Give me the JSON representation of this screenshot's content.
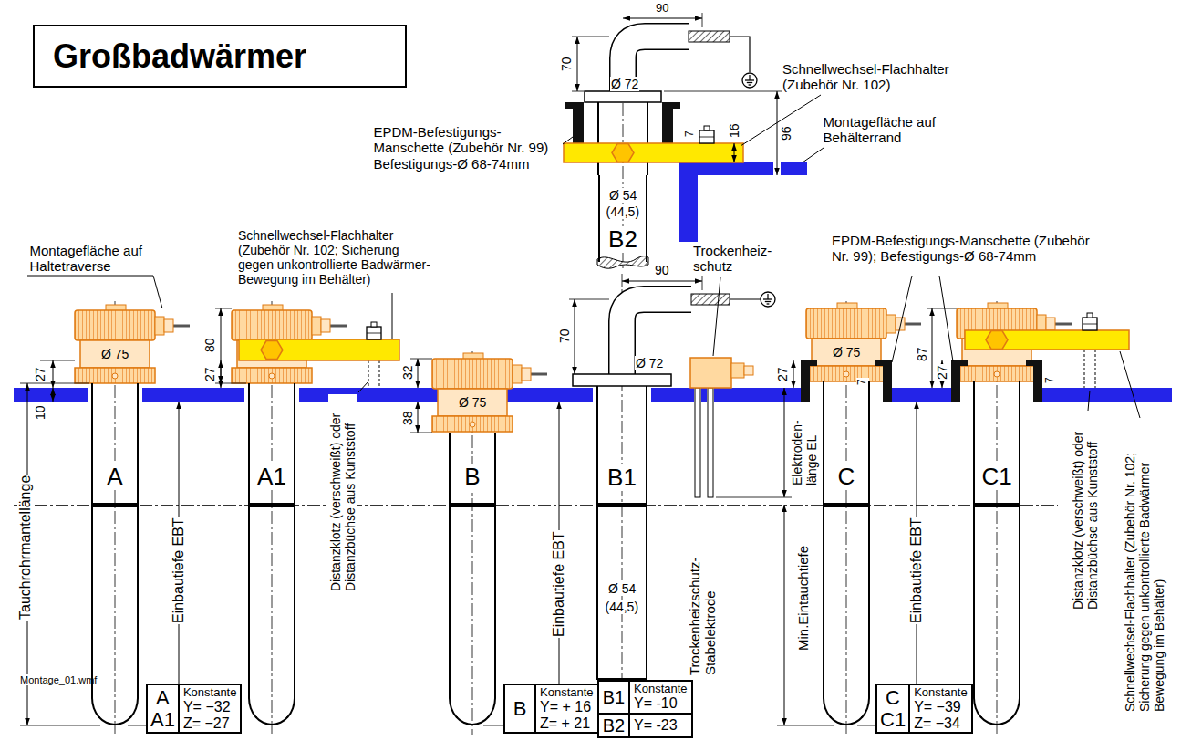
{
  "diagram": {
    "title": "Großbadwärmer",
    "nodes": [
      {
        "text": [
          "B2"
        ]
      },
      {
        "text": [
          "A"
        ]
      },
      {
        "text": [
          "A1"
        ]
      },
      {
        "text": [
          "B"
        ]
      },
      {
        "text": [
          "B1"
        ]
      },
      {
        "text": [
          "C"
        ]
      },
      {
        "text": [
          "C1"
        ]
      },
      {
        "text": [
          "A",
          "A1",
          "Konstante",
          "Y= −32",
          "Z= −27"
        ]
      },
      {
        "text": [
          "B",
          "Konstante",
          "Y= + 16",
          "Z= + 21"
        ]
      },
      {
        "text": [
          "B1",
          "Konstante",
          "Y= -10",
          "B2",
          "Y= -23"
        ]
      },
      {
        "text": [
          "C",
          "C1",
          "Konstante",
          "Y= −39",
          "Z= −34"
        ]
      }
    ],
    "labels": [
      "90",
      "70",
      "Ø 72",
      "96",
      "16",
      "7",
      "Schnellwechsel-Flachhalter (Zubehör Nr. 102)",
      "Montagefläche auf Behälterrand",
      "EPDM-Befestigungs- Manschette (Zubehör Nr. 99) Befestigungs-Ø 68-74mm",
      "Ø 54",
      "(44,5)",
      "Montagefläche auf Haltetraverse",
      "Schnellwechsel-Flachhalter (Zubehör Nr. 102; Sicherung gegen unkontrollierte Badwärmer- Bewegung im Behälter)",
      "Ø 75",
      "27",
      "10",
      "Tauchrohrmantellänge",
      "80",
      "27",
      "Einbautiefe EBT",
      "32",
      "Distanzklotz (verschweißt) oder Distanzbüchse aus Kunststoff",
      "Ø 75",
      "38",
      "Einbautiefe EBT",
      "90",
      "70",
      "Ø 72",
      "Trockenheiz- schutz",
      "Elektroden- länge EL",
      "Trockenheizschutz- Stabelektrode",
      "Ø 54",
      "(44,5)",
      "Min.Eintauchtiefe",
      "EPDM-Befestigungs-Manschette (Zubehör Nr. 99); Befestigungs-Ø 68-74mm",
      "Ø 75",
      "27",
      "87",
      "27",
      "7",
      "7",
      "Einbautiefe EBT",
      "Distanzklotz (verschweißt) oder Distanzbüchse aus Kunststoff",
      "Schnellwechsel-Flachhalter (Zubehör Nr. 102; Sicherung gegen unkontrollierte Badwärmer Bewegung im Behälter)",
      "Montage_01.wmf"
    ]
  }
}
